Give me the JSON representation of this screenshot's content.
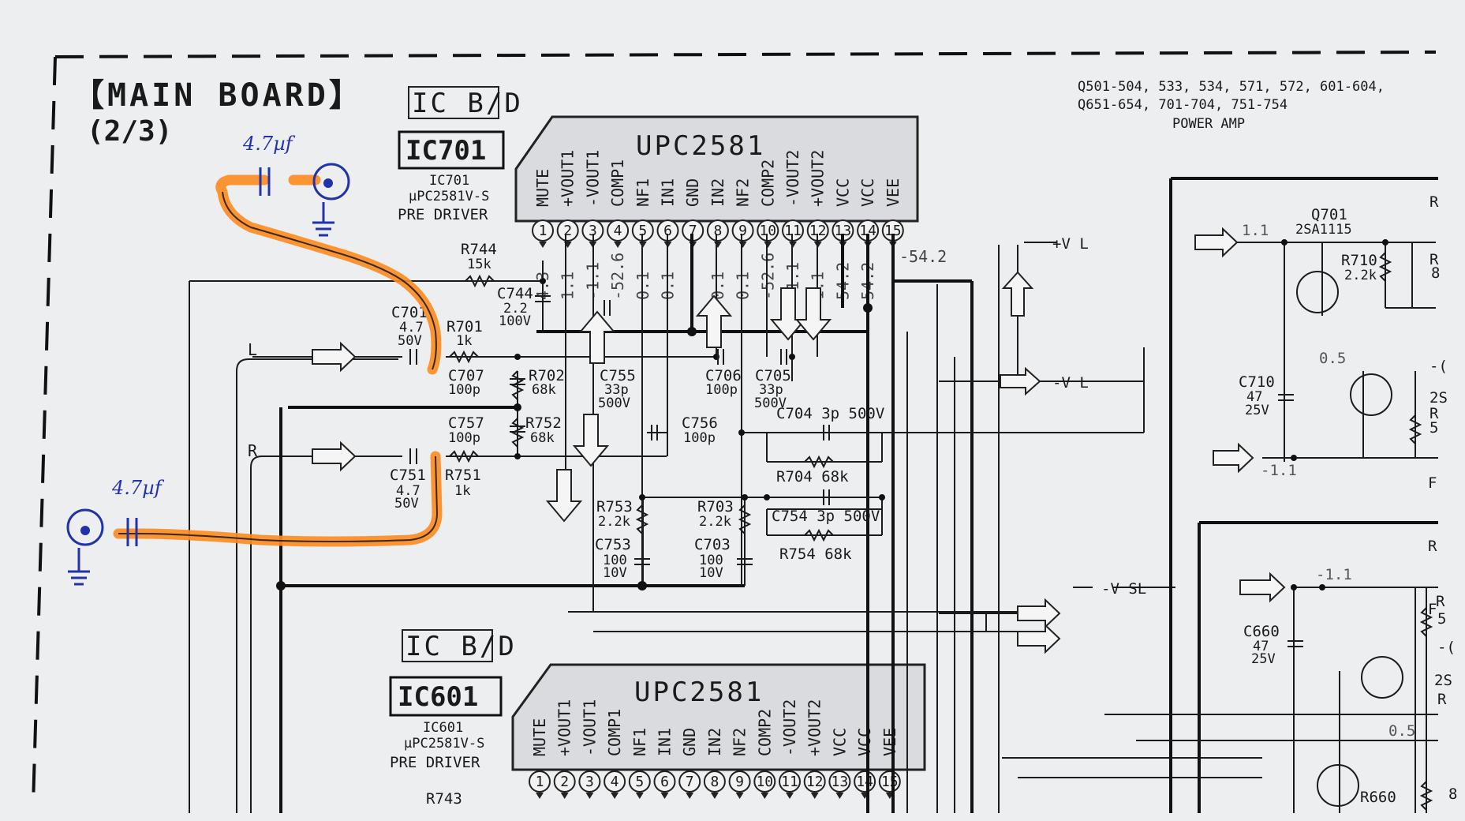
{
  "sheet": {
    "title": "【MAIN BOARD】",
    "subtitle": "(2/3)",
    "power_amp_note": [
      "Q501-504, 533, 534, 571, 572, 601-604,",
      "Q651-654, 701-704, 751-754",
      "POWER AMP"
    ]
  },
  "ic_upper": {
    "tag": "IC B/D",
    "ref": "IC701",
    "part_lines": [
      "IC701",
      "µPC2581V-S",
      "PRE DRIVER"
    ],
    "chip_name": "UPC2581",
    "pin_names": [
      "MUTE",
      "+VOUT1",
      "-VOUT1",
      "COMP1",
      "NF1",
      "IN1",
      "GND",
      "IN2",
      "NF2",
      "COMP2",
      "-VOUT2",
      "+VOUT2",
      "VCC",
      "VCC",
      "VEE"
    ],
    "pin_numbers": [
      "1",
      "2",
      "3",
      "4",
      "5",
      "6",
      "7",
      "8",
      "9",
      "10",
      "11",
      "12",
      "13",
      "14",
      "15"
    ],
    "pin_voltages": [
      "4.3",
      "1.1",
      "-1.1",
      "-52.6",
      "0.1",
      "0.1",
      "",
      "0.1",
      "0.1",
      "-52.6",
      "-1.1",
      "1.1",
      "54.2",
      "54.2",
      "-54.2"
    ]
  },
  "ic_lower": {
    "tag": "IC B/D",
    "ref": "IC601",
    "part_lines": [
      "IC601",
      "µPC2581V-S",
      "PRE DRIVER"
    ],
    "chip_name": "UPC2581",
    "pin_names": [
      "MUTE",
      "+VOUT1",
      "-VOUT1",
      "COMP1",
      "NF1",
      "IN1",
      "GND",
      "IN2",
      "NF2",
      "COMP2",
      "-VOUT2",
      "+VOUT2",
      "VCC",
      "VCC",
      "VEE"
    ],
    "pin_numbers": [
      "1",
      "2",
      "3",
      "4",
      "5",
      "6",
      "7",
      "8",
      "9",
      "10",
      "11",
      "12",
      "13",
      "14",
      "15"
    ]
  },
  "components": {
    "r744": [
      "R744",
      "15k"
    ],
    "c744": [
      "C744",
      "2.2",
      "100V"
    ],
    "c701": [
      "C701",
      "4.7",
      "50V"
    ],
    "r701": [
      "R701",
      "1k"
    ],
    "c707": [
      "C707",
      "100p"
    ],
    "r702": [
      "R702",
      "68k"
    ],
    "c755": [
      "C755",
      "33p",
      "500V"
    ],
    "c706": [
      "C706",
      "100p"
    ],
    "c705": [
      "C705",
      "33p",
      "500V"
    ],
    "c757": [
      "C757",
      "100p"
    ],
    "r752": [
      "R752",
      "68k"
    ],
    "c756": [
      "C756",
      "100p"
    ],
    "c704": "C704  3p  500V",
    "r704": "R704  68k",
    "c751": [
      "C751",
      "4.7",
      "50V"
    ],
    "r751": [
      "R751",
      "1k"
    ],
    "r753": [
      "R753",
      "2.2k"
    ],
    "r703": [
      "R703",
      "2.2k"
    ],
    "c754": "C754  3p  500V",
    "r754": "R754  68k",
    "c753": [
      "C753",
      "100",
      "10V"
    ],
    "c703": [
      "C703",
      "100",
      "10V"
    ],
    "q701": [
      "Q701",
      "2SA1115"
    ],
    "r710": [
      "R710",
      "2.2k"
    ],
    "c710": [
      "C710",
      "47",
      "25V"
    ],
    "c660": [
      "C660",
      "47",
      "25V"
    ],
    "r660": "R660",
    "r743": "R743",
    "edge_labels": [
      "R",
      "R",
      "8",
      "-(",
      "2S",
      "R",
      "5",
      "F",
      "R",
      "F",
      "R",
      "5",
      "-(",
      "2S",
      "R",
      "8"
    ]
  },
  "nets": {
    "L": "L",
    "R": "R",
    "vl": "+V L",
    "mvl": "-V L",
    "mvsl": "-V SL"
  },
  "voltages": {
    "q701_emitter": "1.1",
    "q_mid": "0.5",
    "q_low": "-1.1",
    "lower_rail": "-1.1",
    "lower_q": "0.5"
  },
  "annotations": {
    "top_cap": "4.7µf",
    "bottom_cap": "4.7µf"
  }
}
